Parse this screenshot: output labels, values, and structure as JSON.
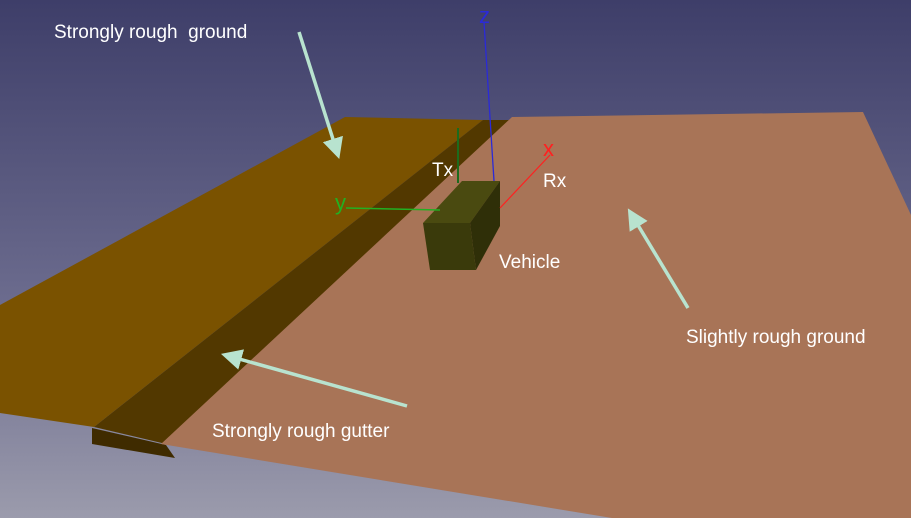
{
  "annotations": {
    "strongly_rough_ground": "Strongly rough  ground",
    "strongly_rough_gutter": "Strongly rough gutter",
    "slightly_rough_ground": "Slightly rough ground",
    "vehicle": "Vehicle",
    "tx": "Tx",
    "rx": "Rx"
  },
  "axes": {
    "x": "x",
    "y": "y",
    "z": "z"
  },
  "colors": {
    "background_top": "#3f3f6b",
    "background_bottom": "#9696a8",
    "strongly_rough_ground": "#7a5200",
    "gutter": "#4f3600",
    "slightly_rough_ground": "#a87457",
    "vehicle": "#3d3d0c",
    "arrow": "#b8e3cf",
    "axis_x": "#ff2020",
    "axis_y": "#22b022",
    "axis_z": "#2a2ad8",
    "text": "#ffffff"
  }
}
